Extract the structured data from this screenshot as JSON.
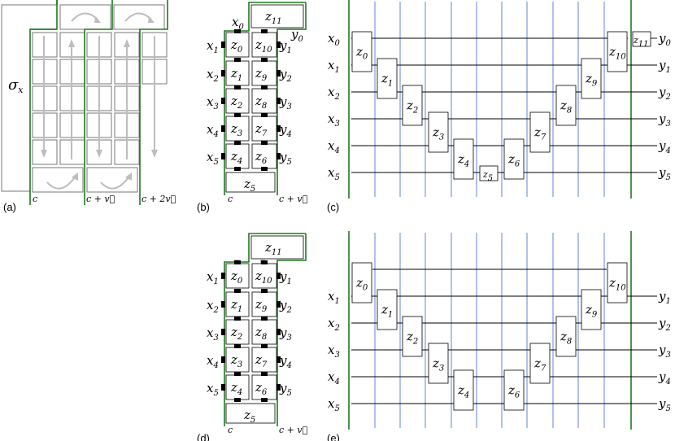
{
  "panels": {
    "a": {
      "tag": "(a)",
      "sigma": "σ",
      "sigma_sub": "x",
      "bottom_labels": [
        "c",
        "c + v⃗",
        "c + 2v⃗"
      ]
    },
    "b": {
      "tag": "(b)",
      "top": {
        "x0": "x",
        "x0_sub": "0",
        "z11": "z",
        "z11_sub": "11",
        "y0": "y",
        "y0_sub": "0"
      },
      "left_labels": [
        "1",
        "2",
        "3",
        "4",
        "5"
      ],
      "right_labels": [
        "1",
        "2",
        "3",
        "4",
        "5"
      ],
      "left_boxes": [
        "0",
        "1",
        "2",
        "3",
        "4"
      ],
      "right_boxes": [
        "10",
        "9",
        "8",
        "7",
        "6"
      ],
      "bottom_box": "5",
      "bottom_labels": [
        "c",
        "c + v⃗"
      ]
    },
    "c": {
      "tag": "(c)",
      "inputs": [
        "0",
        "1",
        "2",
        "3",
        "4",
        "5"
      ],
      "outputs": [
        "0",
        "1",
        "2",
        "3",
        "4",
        "5"
      ],
      "gates": [
        "0",
        "1",
        "2",
        "3",
        "4",
        "5",
        "6",
        "7",
        "8",
        "9",
        "10",
        "11"
      ]
    },
    "d": {
      "tag": "(d)",
      "z11": "11",
      "left_labels": [
        "1",
        "2",
        "3",
        "4",
        "5"
      ],
      "right_labels": [
        "1",
        "2",
        "3",
        "4",
        "5"
      ],
      "left_boxes": [
        "0",
        "1",
        "2",
        "3",
        "4"
      ],
      "right_boxes": [
        "10",
        "9",
        "8",
        "7",
        "6"
      ],
      "bottom_box": "5",
      "bottom_labels": [
        "c",
        "c + v⃗"
      ]
    },
    "e": {
      "tag": "(e)",
      "inputs": [
        "1",
        "2",
        "3",
        "4",
        "5"
      ],
      "outputs": [
        "1",
        "2",
        "3",
        "4",
        "5"
      ],
      "gates": [
        "0",
        "1",
        "2",
        "3",
        "4",
        "6",
        "7",
        "8",
        "9",
        "10"
      ]
    }
  },
  "colors": {
    "boundary": "#1f7a1f",
    "timeline": "#6f8fdc",
    "arrow": "#bdbdbd"
  }
}
